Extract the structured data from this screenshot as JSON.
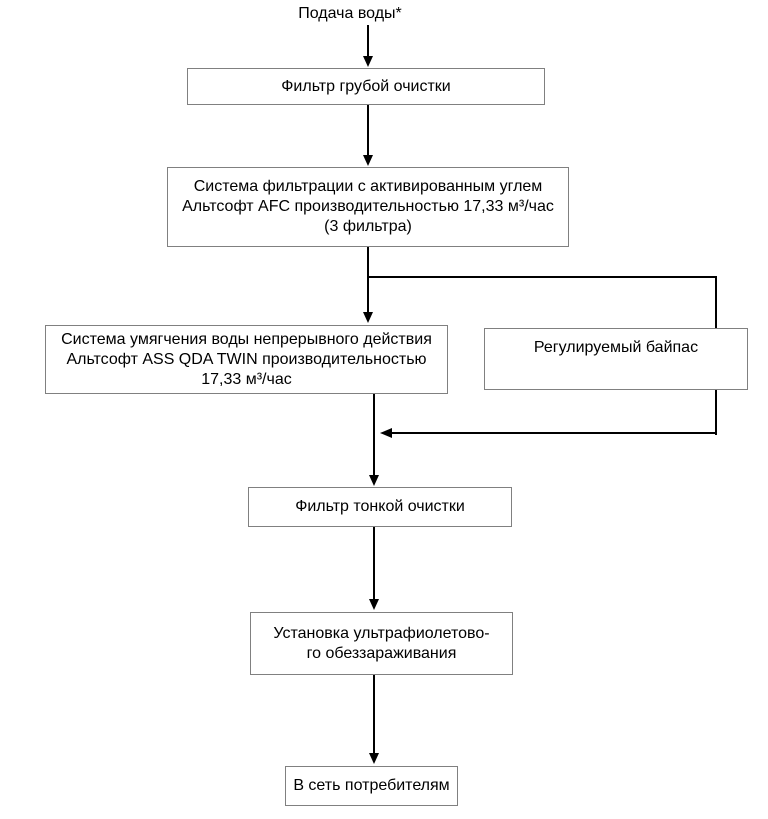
{
  "flowchart": {
    "source_label": "Подача воды*",
    "nodes": {
      "coarse_filter": {
        "label": "Фильтр грубой очистки"
      },
      "carbon_filtration": {
        "label": "Система фильтрации с активированным углем\nАльтсофт AFC производительностью 17,33 м³/час\n(3 фильтра)"
      },
      "softening_system": {
        "label": "Система умягчения воды непрерывного действия\nАльтсофт ASS QDA TWIN производительностью\n17,33 м³/час"
      },
      "bypass": {
        "label": "Регулируемый байпас"
      },
      "fine_filter": {
        "label": "Фильтр тонкой очистки"
      },
      "uv_unit": {
        "label": "Установка ультрафиолетово-\nго обеззараживания"
      },
      "output": {
        "label": "В сеть потребителям"
      }
    },
    "colors": {
      "background": "#ffffff",
      "box_border": "#808080",
      "arrow": "#000000",
      "text": "#000000"
    }
  }
}
